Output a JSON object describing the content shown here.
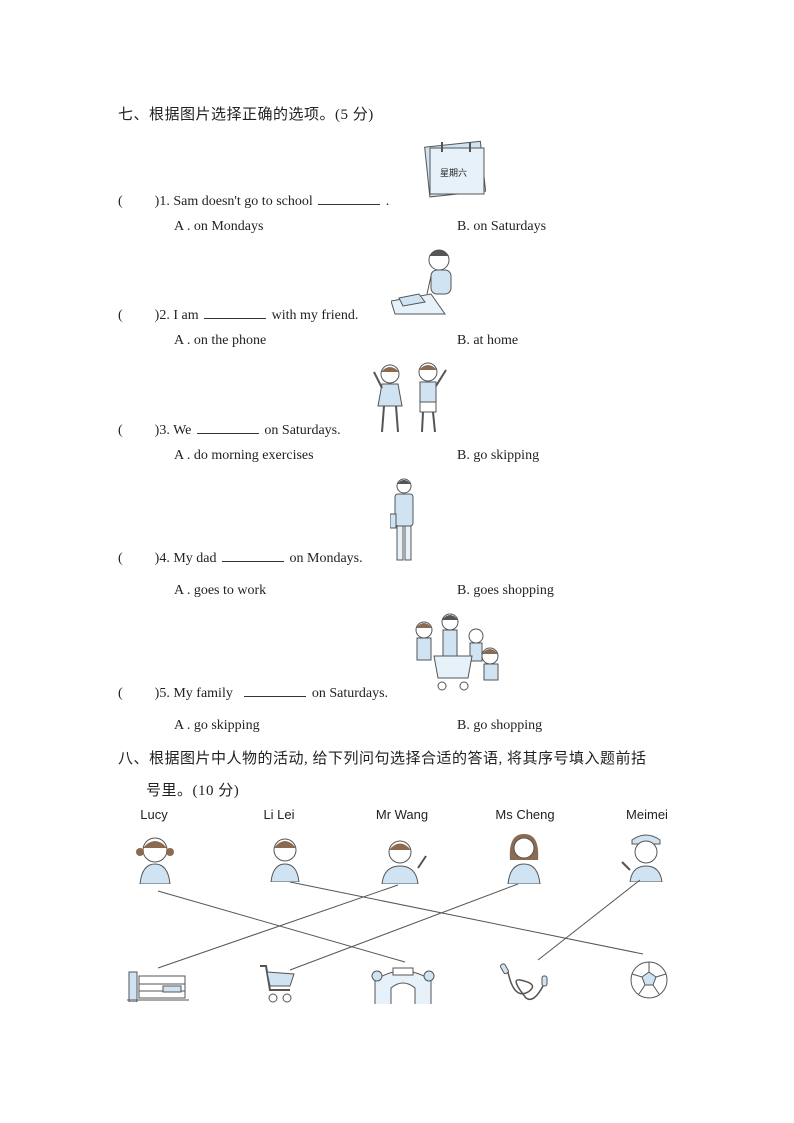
{
  "section7": {
    "title": "七、根据图片选择正确的选项。(5 分)",
    "calendar_text": "星期六",
    "questions": [
      {
        "paren": "(",
        "paren_close": ")",
        "text": "1. Sam doesn't go to school",
        "tail": ".",
        "a": "A . on Mondays",
        "b": "B. on Saturdays"
      },
      {
        "paren": "(",
        "paren_close": ")",
        "text": "2. I am",
        "tail": "with  my friend.",
        "a": "A . on the phone",
        "b": "B. at home"
      },
      {
        "paren": "(",
        "paren_close": ")",
        "text": "3. We",
        "tail": "on Saturdays.",
        "a": "A . do morning  exercises",
        "b": "B. go skipping"
      },
      {
        "paren": "(",
        "paren_close": ")",
        "text": "4. My dad",
        "tail": "on Mondays.",
        "a": "A . goes to work",
        "b": "B. goes shopping"
      },
      {
        "paren": "(",
        "paren_close": ")",
        "text": "5. My family",
        "tail": "on Saturdays.",
        "a": "A . go skipping",
        "b": "B. go shopping"
      }
    ]
  },
  "section8": {
    "title_line1": "八、根据图片中人物的活动, 给下列问句选择合适的答语, 将其序号填入题前括",
    "title_line2": "号里。(10 分)",
    "people": [
      "Lucy",
      "Li Lei",
      "Mr Wang",
      "Ms Cheng",
      "Meimei"
    ],
    "places": [
      "school-icon",
      "shopping-cart-icon",
      "park-gate-icon",
      "jump-rope-icon",
      "football-icon"
    ]
  },
  "colors": {
    "accent": "#cfe3f3",
    "line": "#555555"
  }
}
